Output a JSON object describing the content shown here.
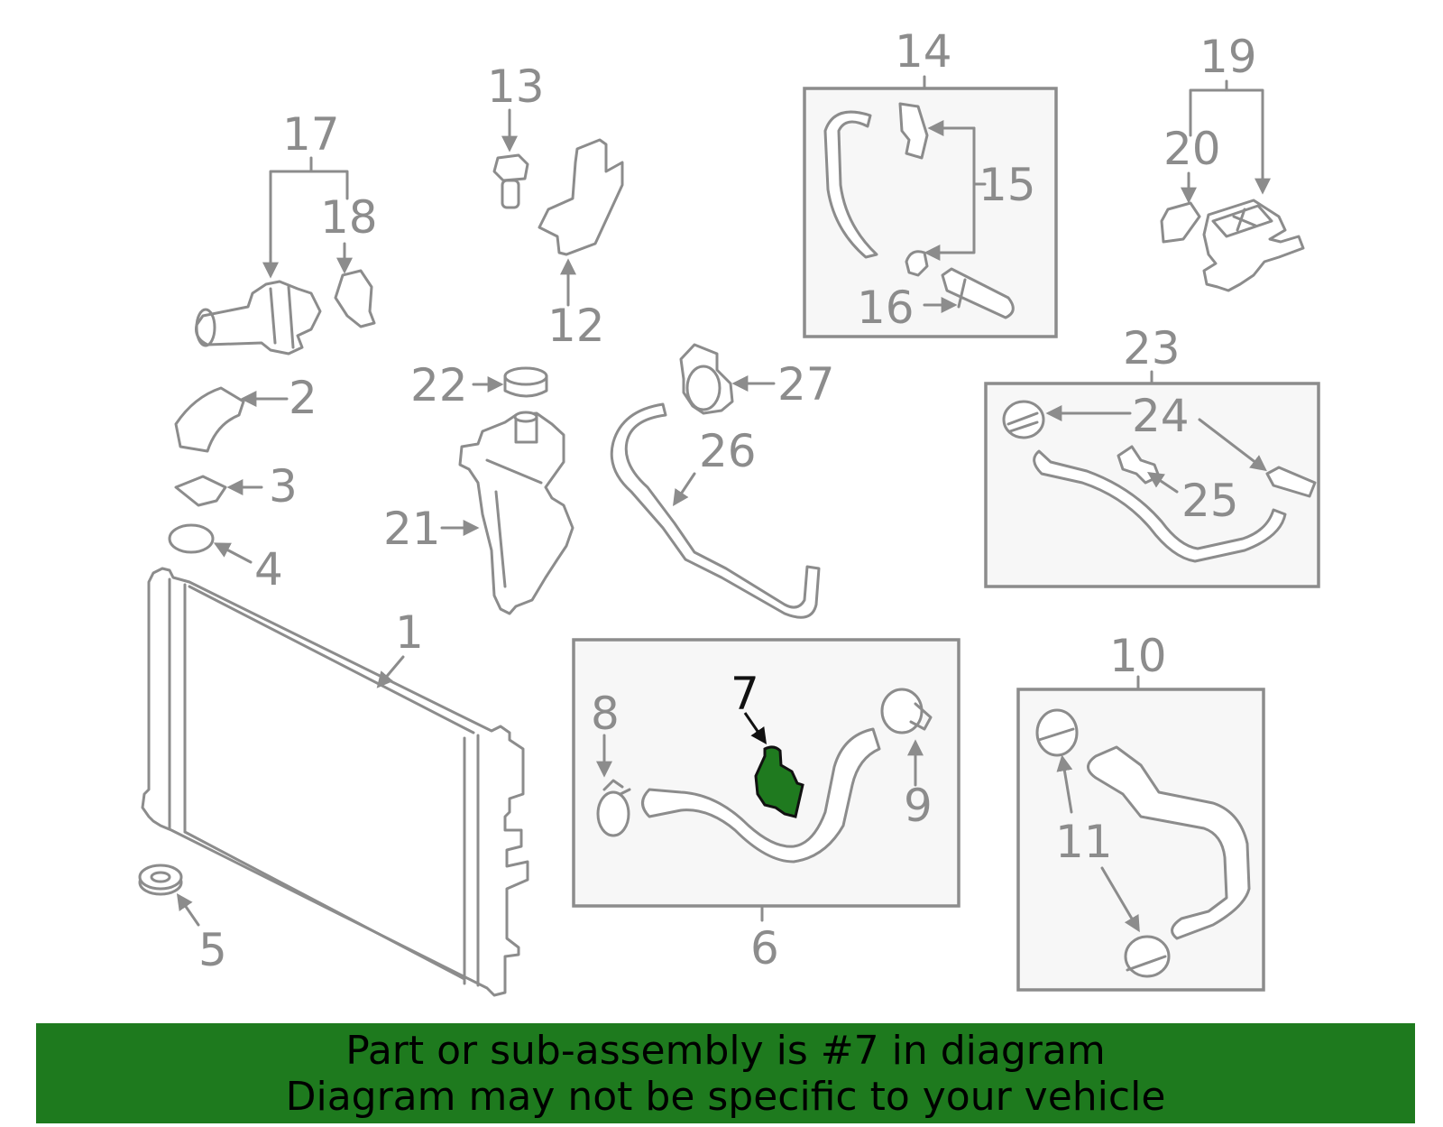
{
  "labels": {
    "p1": "1",
    "p2": "2",
    "p3": "3",
    "p4": "4",
    "p5": "5",
    "p6": "6",
    "p7": "7",
    "p8": "8",
    "p9": "9",
    "p10": "10",
    "p11": "11",
    "p12": "12",
    "p13": "13",
    "p14": "14",
    "p15": "15",
    "p16": "16",
    "p17": "17",
    "p18": "18",
    "p19": "19",
    "p20": "20",
    "p21": "21",
    "p22": "22",
    "p23": "23",
    "p24": "24",
    "p25": "25",
    "p26": "26",
    "p27": "27"
  },
  "highlight": {
    "part": "7",
    "color": "#1f7a1f"
  },
  "colors": {
    "line": "#8c8c8c",
    "box_fill": "#f7f7f7",
    "banner": "#1e7a1e"
  },
  "banner": {
    "line1": "Part or sub-assembly is #7 in diagram",
    "line2": "Diagram may not be specific to your vehicle"
  }
}
